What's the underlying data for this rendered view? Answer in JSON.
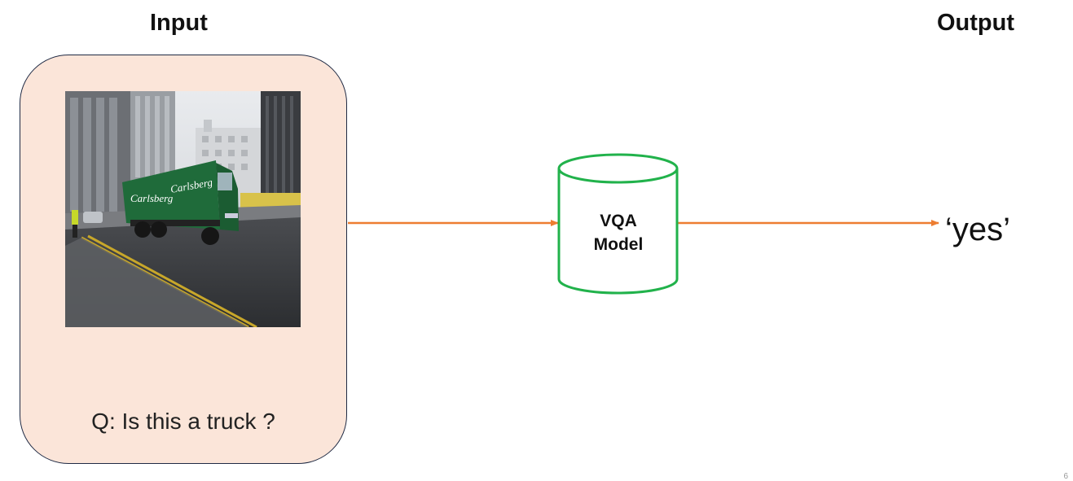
{
  "headings": {
    "input": "Input",
    "output": "Output"
  },
  "input_panel": {
    "image_icon": "street-photo-truck",
    "truck_text": "Carlsberg",
    "question": "Q: Is this a truck ?"
  },
  "model": {
    "label_line1": "VQA",
    "label_line2": "Model"
  },
  "output": {
    "answer": "‘yes’"
  },
  "colors": {
    "arrow": "#ed7d31",
    "cylinder_stroke": "#21b24b",
    "panel_fill": "#fbe5d9",
    "panel_border": "#1f2a44"
  },
  "page_number": "6"
}
